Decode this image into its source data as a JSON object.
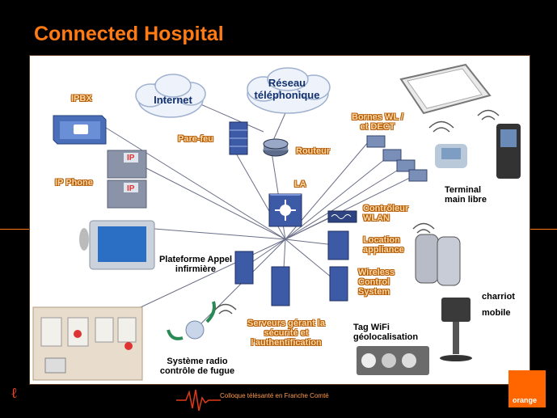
{
  "title": "Connected Hospital",
  "nodes": {
    "internet": "Internet",
    "reseau": "Réseau téléphonique",
    "ipbx": "IPBX",
    "ip_phone": "IP Phone",
    "ip_badge": "IP",
    "parefeu": "Pare-feu",
    "routeur": "Routeur",
    "la": "LA",
    "bornes": "Bornes WL / et DECT",
    "controleur": "Contrôleur WLAN",
    "location": "Location appliance",
    "wireless": "Wireless Control System",
    "terminal": "Terminal main libre",
    "plateforme": "Plateforme Appel infirmière",
    "serveurs": "Serveurs gérant la sécurité et l'authentification",
    "tag": "Tag WiFi géolocalisation",
    "charriot": "charriot",
    "mobile": "mobile",
    "systeme": "Système radio contrôle de fugue"
  },
  "footer": "Colloque télésanté en Franche Comté",
  "brand": "orange",
  "colors": {
    "accent": "#ff7a12",
    "brand": "#ff6600"
  }
}
